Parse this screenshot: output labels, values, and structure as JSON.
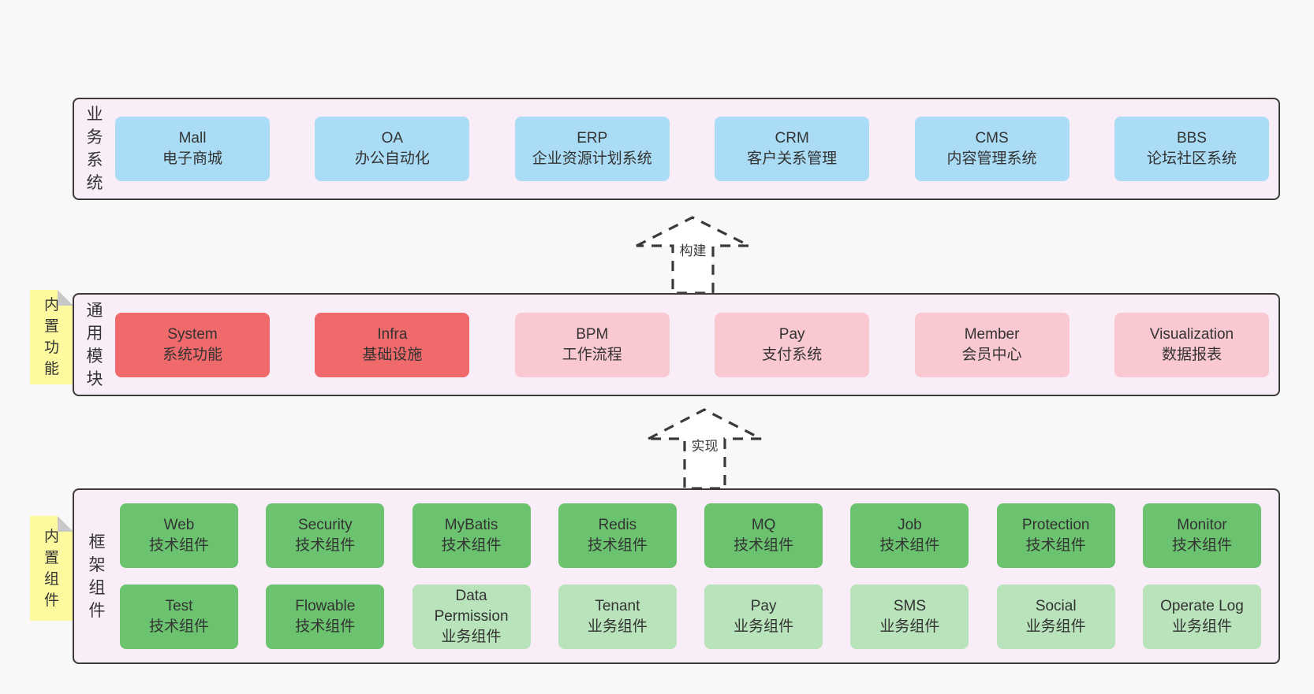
{
  "colors": {
    "page_bg": "#f8f8f8",
    "band_bg": "#f9edf7",
    "band_border": "#3a3a3a",
    "node_blue": "#aadcf5",
    "node_red": "#f0696b",
    "node_pink": "#fac8d1",
    "node_green_dark": "#6bc36f",
    "node_green_light": "#b9e3ba",
    "sticky_yellow": "#fcf99e",
    "sticky_fold": "#c8c8c8",
    "text": "#333333"
  },
  "arrows": [
    {
      "label": "构建"
    },
    {
      "label": "实现"
    }
  ],
  "bands": [
    {
      "label": "业务系统",
      "boxes": [
        {
          "title": "Mall",
          "subtitle": "电子商城"
        },
        {
          "title": "OA",
          "subtitle": "办公自动化"
        },
        {
          "title": "ERP",
          "subtitle": "企业资源计划系统"
        },
        {
          "title": "CRM",
          "subtitle": "客户关系管理"
        },
        {
          "title": "CMS",
          "subtitle": "内容管理系统"
        },
        {
          "title": "BBS",
          "subtitle": "论坛社区系统"
        }
      ]
    },
    {
      "label": "通用模块",
      "note": "内置功能",
      "boxes": [
        {
          "title": "System",
          "subtitle": "系统功能"
        },
        {
          "title": "Infra",
          "subtitle": "基础设施"
        },
        {
          "title": "BPM",
          "subtitle": "工作流程"
        },
        {
          "title": "Pay",
          "subtitle": "支付系统"
        },
        {
          "title": "Member",
          "subtitle": "会员中心"
        },
        {
          "title": "Visualization",
          "subtitle": "数据报表"
        }
      ]
    },
    {
      "label": "框架组件",
      "note": "内置组件",
      "rows": [
        [
          {
            "title": "Web",
            "subtitle": "技术组件"
          },
          {
            "title": "Security",
            "subtitle": "技术组件"
          },
          {
            "title": "MyBatis",
            "subtitle": "技术组件"
          },
          {
            "title": "Redis",
            "subtitle": "技术组件"
          },
          {
            "title": "MQ",
            "subtitle": "技术组件"
          },
          {
            "title": "Job",
            "subtitle": "技术组件"
          },
          {
            "title": "Protection",
            "subtitle": "技术组件"
          },
          {
            "title": "Monitor",
            "subtitle": "技术组件"
          }
        ],
        [
          {
            "title": "Test",
            "subtitle": "技术组件"
          },
          {
            "title": "Flowable",
            "subtitle": "技术组件"
          },
          {
            "title": "Data Permission",
            "subtitle": "业务组件"
          },
          {
            "title": "Tenant",
            "subtitle": "业务组件"
          },
          {
            "title": "Pay",
            "subtitle": "业务组件"
          },
          {
            "title": "SMS",
            "subtitle": "业务组件"
          },
          {
            "title": "Social",
            "subtitle": "业务组件"
          },
          {
            "title": "Operate Log",
            "subtitle": "业务组件"
          }
        ]
      ]
    }
  ]
}
